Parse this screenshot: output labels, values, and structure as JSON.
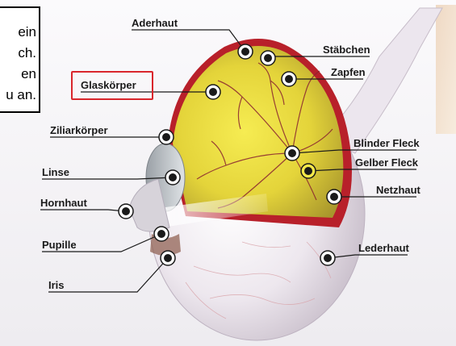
{
  "note_text": [
    "ein",
    "ch.",
    "en",
    "u an."
  ],
  "labels": {
    "aderhaut": "Aderhaut",
    "staebchen": "Stäbchen",
    "zapfen": "Zapfen",
    "glaskoerper": "Glaskörper",
    "ziliarkoerper": "Ziliarkörper",
    "linse": "Linse",
    "hornhaut": "Hornhaut",
    "pupille": "Pupille",
    "iris": "Iris",
    "blinder_fleck": "Blinder Fleck",
    "gelber_fleck": "Gelber Fleck",
    "netzhaut": "Netzhaut",
    "lederhaut": "Lederhaut"
  },
  "colors": {
    "highlight": "#d9262c",
    "sclera": "#ece6ec",
    "choroid": "#b8202a",
    "retina": "#f2e43a",
    "vitreous": "#c9b83c",
    "background": "#f3f1f4"
  }
}
